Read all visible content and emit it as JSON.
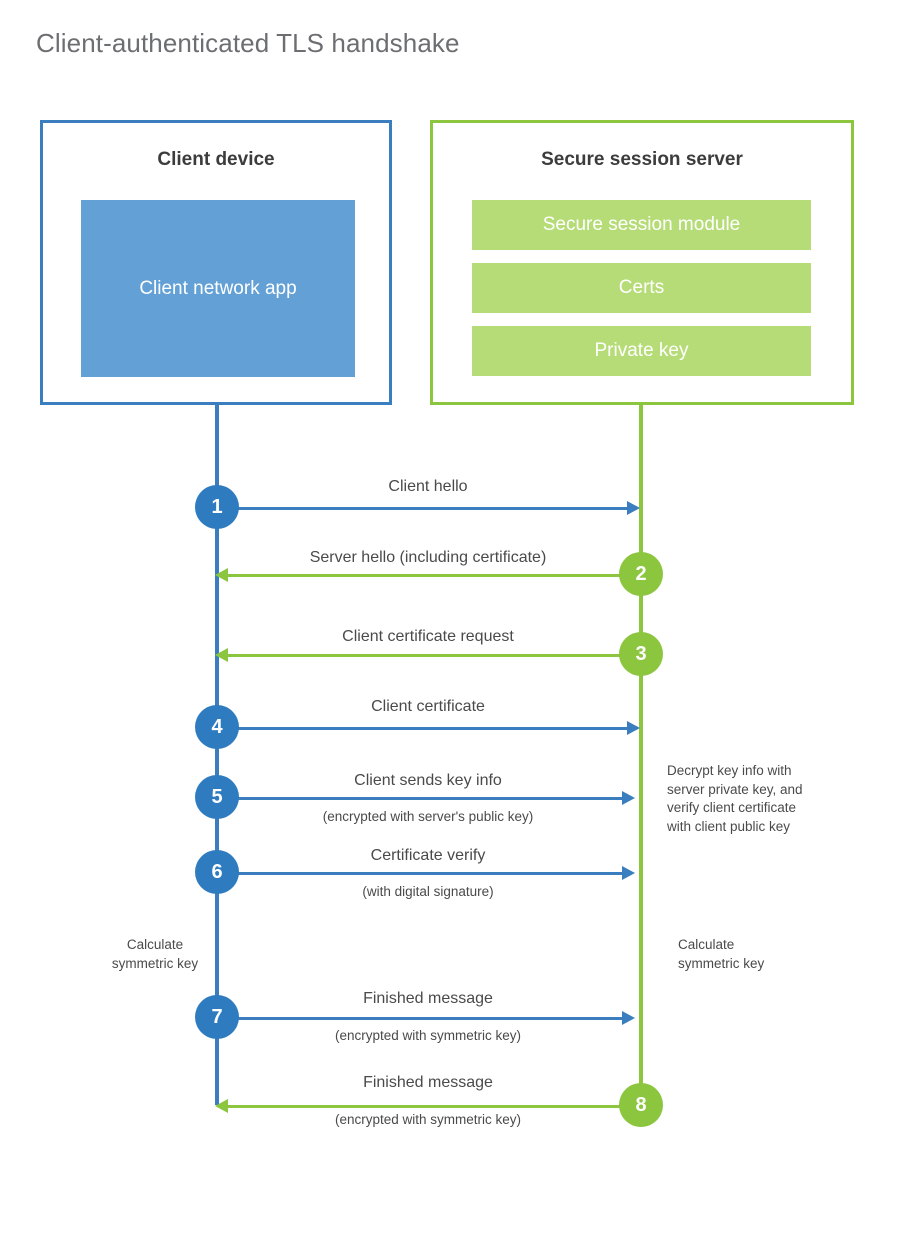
{
  "title": "Client-authenticated TLS handshake",
  "colors": {
    "blue_border": "#3a7ebf",
    "blue_fill": "#62a0d6",
    "blue_badge": "#2e7cbf",
    "green_border": "#8cc63f",
    "green_fill": "#b6dc78",
    "green_badge": "#8cc63f",
    "text": "#4a4a4a",
    "title_text": "#6d6e71",
    "background": "#ffffff"
  },
  "entities": {
    "client": {
      "title": "Client device",
      "app_label": "Client network app"
    },
    "server": {
      "title": "Secure session server",
      "components": [
        "Secure session module",
        "Certs",
        "Private key"
      ]
    }
  },
  "steps": [
    {
      "number": "1",
      "label": "Client hello",
      "sublabel": "",
      "direction": "client-to-server",
      "color": "blue"
    },
    {
      "number": "2",
      "label": "Server hello (including certificate)",
      "sublabel": "",
      "direction": "server-to-client",
      "color": "green"
    },
    {
      "number": "3",
      "label": "Client certificate request",
      "sublabel": "",
      "direction": "server-to-client",
      "color": "green"
    },
    {
      "number": "4",
      "label": "Client certificate",
      "sublabel": "",
      "direction": "client-to-server",
      "color": "blue"
    },
    {
      "number": "5",
      "label": "Client sends key info",
      "sublabel": "(encrypted with server's public key)",
      "direction": "client-to-server",
      "color": "blue"
    },
    {
      "number": "6",
      "label": "Certificate verify",
      "sublabel": "(with digital signature)",
      "direction": "client-to-server",
      "color": "blue"
    },
    {
      "number": "7",
      "label": "Finished message",
      "sublabel": "(encrypted with symmetric key)",
      "direction": "client-to-server",
      "color": "blue"
    },
    {
      "number": "8",
      "label": "Finished message",
      "sublabel": "(encrypted with symmetric key)",
      "direction": "server-to-client",
      "color": "green"
    }
  ],
  "notes": {
    "server_decrypt": "Decrypt key info with\nserver private key, and\nverify client certificate\nwith client public key",
    "client_calculate": "Calculate\nsymmetric key",
    "server_calculate": "Calculate\nsymmetric key"
  }
}
